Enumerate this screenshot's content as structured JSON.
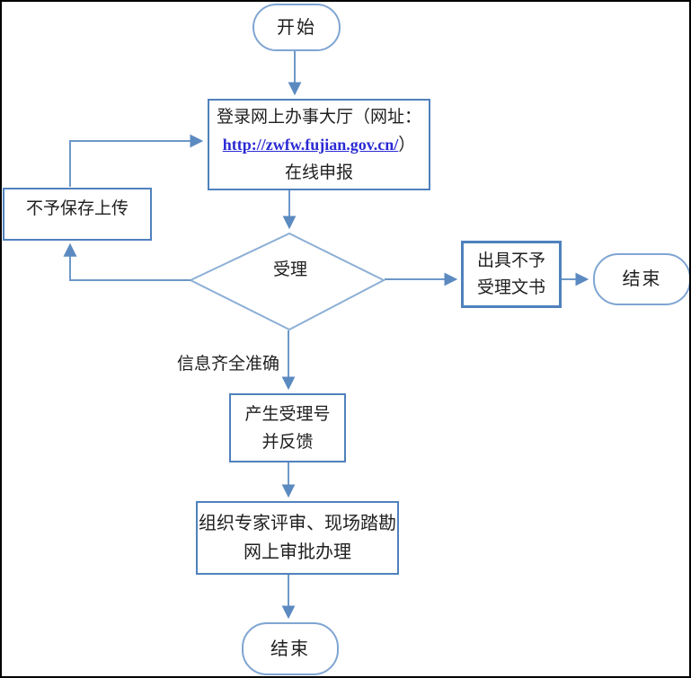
{
  "colors": {
    "frame": "#000000",
    "box_border": "#4f81bd",
    "stadium_border": "#7fa5d2",
    "diamond_border": "#8cafd6",
    "connector": "#6d98c8",
    "arrowhead": "#5b8ac0",
    "link": "#2a2ad4",
    "text": "#1f1f1f"
  },
  "nodes": {
    "start": {
      "label": "开始"
    },
    "login": {
      "line1": "登录网上办事大厅（网址：",
      "link": "http://zwfw.fujian.gov.cn/",
      "link_suffix": "）",
      "line3": "在线申报"
    },
    "no_save_upload": {
      "label": "不予保存上传"
    },
    "decision": {
      "label": "受理"
    },
    "reject_notice": {
      "line1": "出具不予",
      "line2": "受理文书"
    },
    "end_right": {
      "label": "结束"
    },
    "acceptance_number": {
      "line1": "产生受理号",
      "line2": "并反馈"
    },
    "expert_review": {
      "line1": "组织专家评审、现场踏勘",
      "line2": "网上审批办理"
    },
    "end_bottom": {
      "label": "结束"
    }
  },
  "edge_labels": {
    "info_complete": "信息齐全准确"
  }
}
